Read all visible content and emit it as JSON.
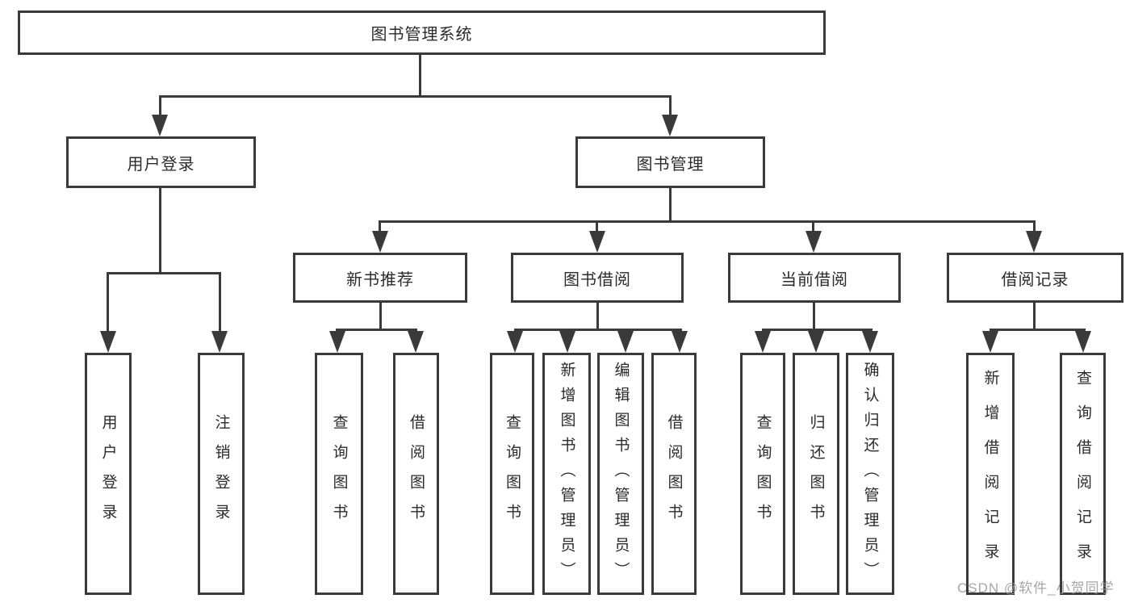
{
  "nodes": {
    "root": {
      "label": "图书管理系统"
    },
    "user_login": {
      "label": "用户登录"
    },
    "book_mgmt": {
      "label": "图书管理"
    },
    "new_book_rec": {
      "label": "新书推荐"
    },
    "book_borrow": {
      "label": "图书借阅"
    },
    "current_borrow": {
      "label": "当前借阅"
    },
    "borrow_record": {
      "label": "借阅记录"
    },
    "ul_user_login": {
      "label": "用户登录"
    },
    "ul_logout": {
      "label": "注销登录"
    },
    "nb_query_book": {
      "label": "查询图书"
    },
    "nb_borrow_book": {
      "label": "借阅图书"
    },
    "bb_query_book": {
      "label": "查询图书"
    },
    "bb_add_book": {
      "label": "新增图书（管理员）"
    },
    "bb_edit_book": {
      "label": "编辑图书（管理员）"
    },
    "bb_borrow_book": {
      "label": "借阅图书"
    },
    "cb_query_book": {
      "label": "查询图书"
    },
    "cb_return_book": {
      "label": "归还图书"
    },
    "cb_confirm_return": {
      "label": "确认归还（管理员）"
    },
    "br_add_record": {
      "label": "新增借阅记录"
    },
    "br_query_record": {
      "label": "查询借阅记录"
    }
  },
  "watermark": {
    "text": "CSDN @软件_小贺同学"
  },
  "colors": {
    "line": "#3a3a3a",
    "text": "#2b2b2b",
    "background": "#ffffff",
    "watermark": "#969696"
  }
}
